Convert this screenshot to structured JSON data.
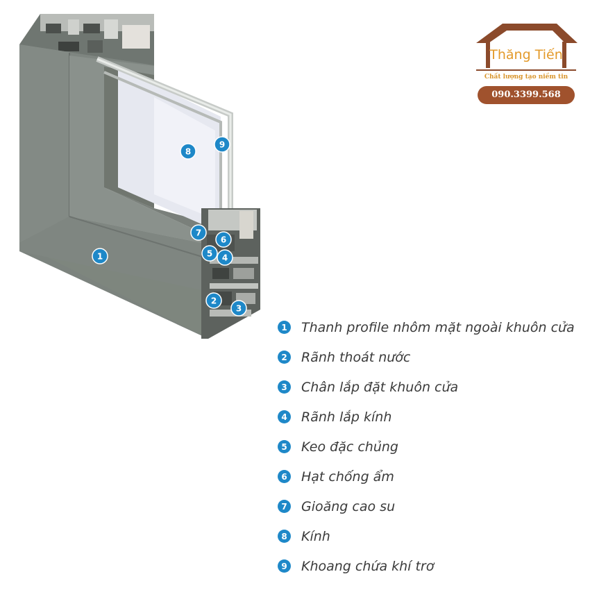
{
  "logo": {
    "name": "Thăng Tiến",
    "tagline": "Chất lượng tạo niềm tin",
    "phone": "090.3399.568",
    "colors": {
      "roof": "#8b4a2b",
      "text": "#e39a2a",
      "pill": "#a0522d"
    }
  },
  "markers": [
    "1",
    "2",
    "3",
    "4",
    "5",
    "6",
    "7",
    "8",
    "9"
  ],
  "legend": [
    {
      "num": "1",
      "text": "Thanh profile nhôm mặt ngoài khuôn cửa"
    },
    {
      "num": "2",
      "text": "Rãnh thoát nước"
    },
    {
      "num": "3",
      "text": "Chân lắp đặt khuôn cửa"
    },
    {
      "num": "4",
      "text": "Rãnh lắp kính"
    },
    {
      "num": "5",
      "text": "Keo đặc chủng"
    },
    {
      "num": "6",
      "text": "Hạt chống ẩm"
    },
    {
      "num": "7",
      "text": "Gioăng cao su"
    },
    {
      "num": "8",
      "text": "Kính"
    },
    {
      "num": "9",
      "text": "Khoang chứa khí trơ"
    }
  ],
  "colors": {
    "badge": "#1e88c8",
    "profile": "#7e8580"
  }
}
